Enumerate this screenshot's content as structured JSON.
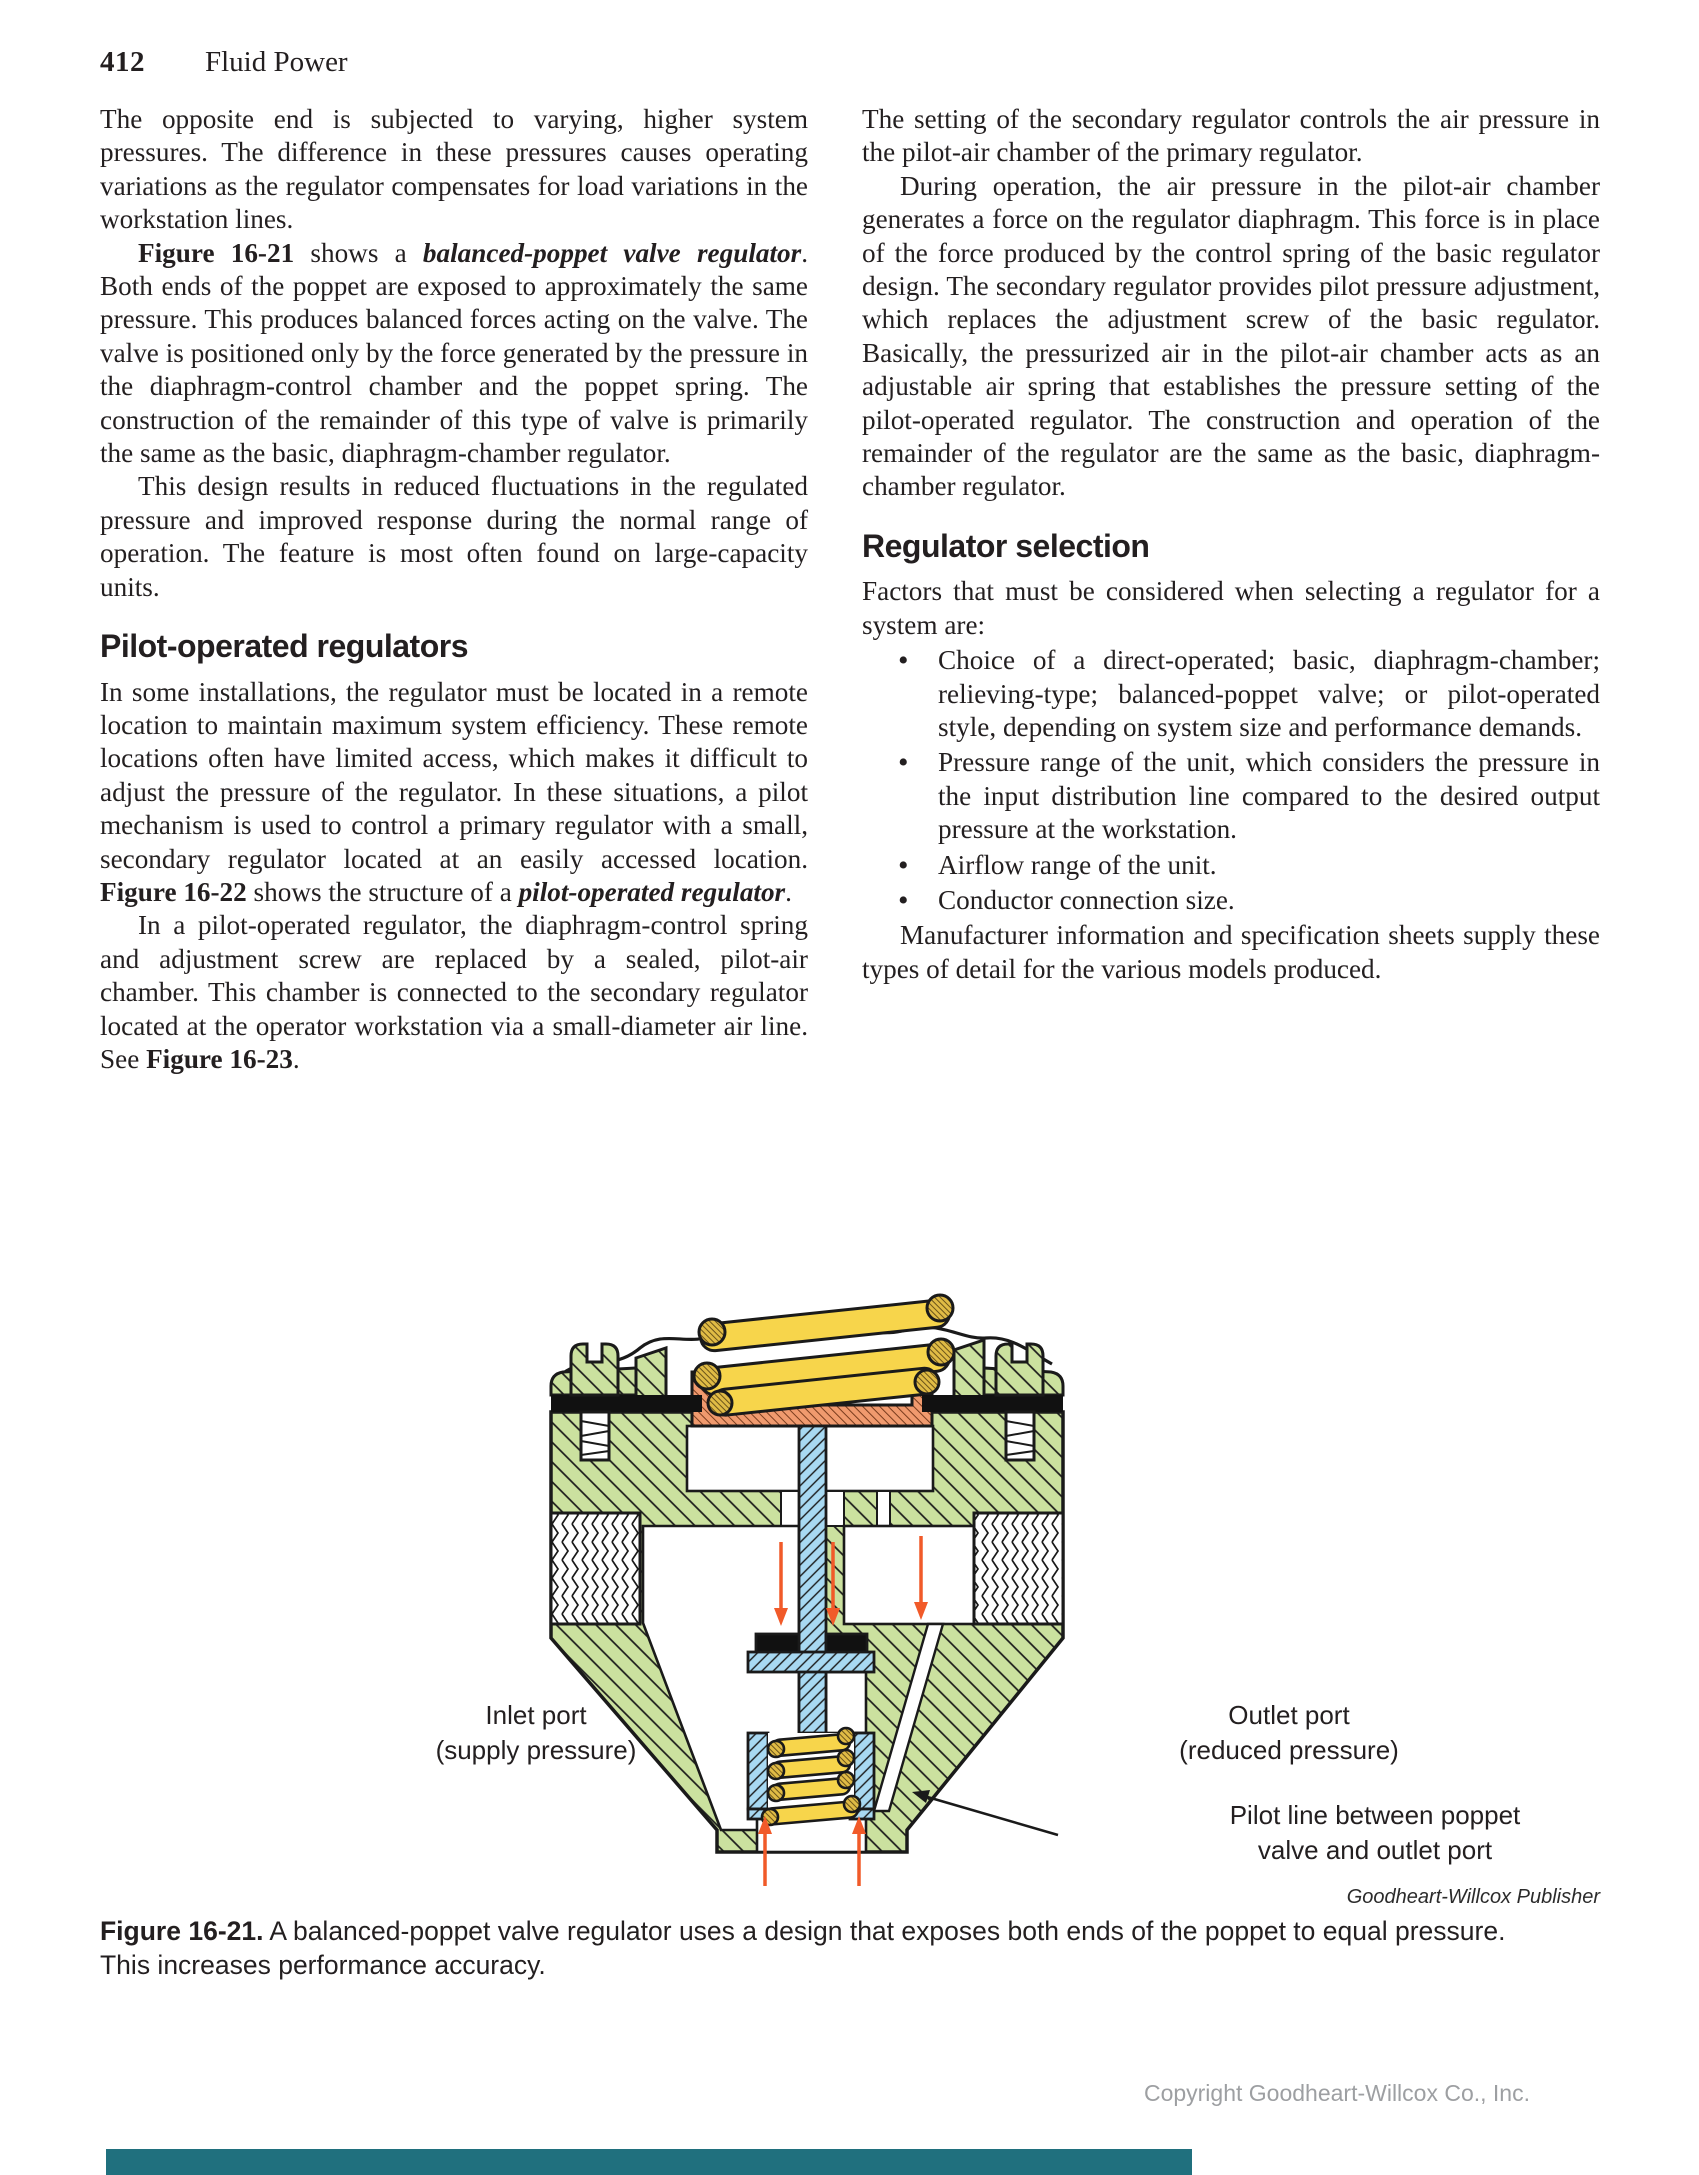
{
  "page": {
    "number": "412",
    "running_title": "Fluid Power"
  },
  "columns": {
    "left": {
      "p1": "The opposite end is subjected to varying, higher system pressures. The difference in these pressures causes operating variations as the regulator compensates for load variations in the workstation lines.",
      "p2_runs": [
        {
          "t": "Figure 16-21",
          "b": true
        },
        {
          "t": " shows a "
        },
        {
          "t": "balanced-poppet valve regulator",
          "b": true,
          "i": true
        },
        {
          "t": ". Both ends of the poppet are exposed to approximately the same pressure. This produces balanced forces acting on the valve. The valve is positioned only by the force generated by the pressure in the diaphragm-control chamber and the poppet spring. The construction of the remainder of this type of valve is primarily the same as the basic, diaphragm-chamber regulator."
        }
      ],
      "p3": "This design results in reduced fluctuations in the regulated pressure and improved response during the normal range of operation. The feature is most often found on large-capacity units.",
      "heading": "Pilot-operated regulators",
      "p4_runs": [
        {
          "t": "In some installations, the regulator must be located in a remote location to maintain maximum system efficiency. These remote locations often have limited access, which makes it difficult to adjust the pressure of the regulator. In these situations, a pilot mechanism is used to control a primary regulator with a small, secondary regulator located at an easily accessed location. "
        },
        {
          "t": "Figure 16-22",
          "b": true
        },
        {
          "t": " shows the structure of a "
        },
        {
          "t": "pilot-operated regulator",
          "b": true,
          "i": true
        },
        {
          "t": "."
        }
      ],
      "p5_runs": [
        {
          "t": "In a pilot-operated regulator, the diaphragm-control spring and adjustment screw are replaced by a sealed, pilot-air chamber. This chamber is connected to the secondary regulator located at the operator workstation via a small-diameter air line. See "
        },
        {
          "t": "Figure 16-23",
          "b": true
        },
        {
          "t": "."
        }
      ]
    },
    "right": {
      "p1": "The setting of the secondary regulator controls the air pressure in the pilot-air chamber of the primary regulator.",
      "p2": "During operation, the air pressure in the pilot-air chamber generates a force on the regulator diaphragm. This force is in place of the force produced by the control spring of the basic regulator design. The secondary regulator provides pilot pressure adjustment, which replaces the adjustment screw of the basic regulator. Basically, the pressurized air in the pilot-air chamber acts as an adjustable air spring that establishes the pressure setting of the pilot-operated regulator. The construction and operation of the remainder of the regulator are the same as the basic, diaphragm-chamber regulator.",
      "heading": "Regulator selection",
      "intro": "Factors that must be considered when selecting a regulator for a system are:",
      "bullets": [
        "Choice of a direct-operated; basic, diaphragm-chamber; relieving-type; balanced-poppet valve; or pilot-operated style, depending on system size and performance demands.",
        "Pressure range of the unit, which considers the pressure in the input distribution line compared to the desired output pressure at the workstation.",
        "Airflow range of the unit.",
        "Conductor connection size."
      ],
      "outro": "Manufacturer information and specification sheets supply these types of detail for the various models produced."
    }
  },
  "figure": {
    "labels": {
      "inlet_line1": "Inlet port",
      "inlet_line2": "(supply pressure)",
      "outlet_line1": "Outlet port",
      "outlet_line2": "(reduced pressure)",
      "pilot_line1": "Pilot line between poppet",
      "pilot_line2": "valve and outlet port"
    },
    "credit": "Goodheart-Willcox Publisher",
    "caption_runs": [
      {
        "t": "Figure 16-21.",
        "b": true
      },
      {
        "t": " A balanced-poppet valve regulator uses a design that exposes both ends of the poppet to equal pressure. This increases performance accuracy."
      }
    ]
  },
  "footer": {
    "copyright": "Copyright Goodheart-Willcox Co., Inc."
  },
  "colors": {
    "body_green": "#cbe19f",
    "stem_blue": "#a8d9f2",
    "seat_salmon": "#f09a6e",
    "spring_yellow": "#f7d54b",
    "arrow_orange": "#f15a29",
    "footer_teal": "#20707e",
    "ink": "#231f20",
    "copyright_gray": "#9d9fa2"
  }
}
